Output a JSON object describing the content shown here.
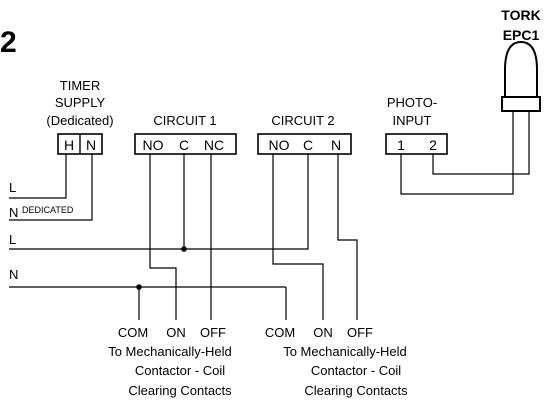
{
  "figure_number": "2",
  "sensor": {
    "brand": "TORK",
    "model": "EPC1"
  },
  "timer_supply": {
    "title_line1": "TIMER",
    "title_line2": "SUPPLY",
    "title_line3": "(Dedicated)",
    "terminals": [
      "H",
      "N"
    ]
  },
  "circuit1": {
    "title": "CIRCUIT 1",
    "terminals": [
      "NO",
      "C",
      "NC"
    ]
  },
  "circuit2": {
    "title": "CIRCUIT 2",
    "terminals": [
      "NO",
      "C",
      "N"
    ]
  },
  "photo_input": {
    "title_line1": "PHOTO-",
    "title_line2": "INPUT",
    "terminals": [
      "1",
      "2"
    ]
  },
  "wires": {
    "L_top": "L",
    "N_dedicated": "N",
    "dedicated_tag": "DEDICATED",
    "L_main": "L",
    "N_main": "N"
  },
  "output1": {
    "terms": [
      "COM",
      "ON",
      "OFF"
    ],
    "desc_line1": "To Mechanically-Held",
    "desc_line2": "Contactor - Coil",
    "desc_line3": "Clearing Contacts"
  },
  "output2": {
    "terms": [
      "COM",
      "ON",
      "OFF"
    ],
    "desc_line1": "To Mechanically-Held",
    "desc_line2": "Contactor - Coil",
    "desc_line3": "Clearing Contacts"
  }
}
